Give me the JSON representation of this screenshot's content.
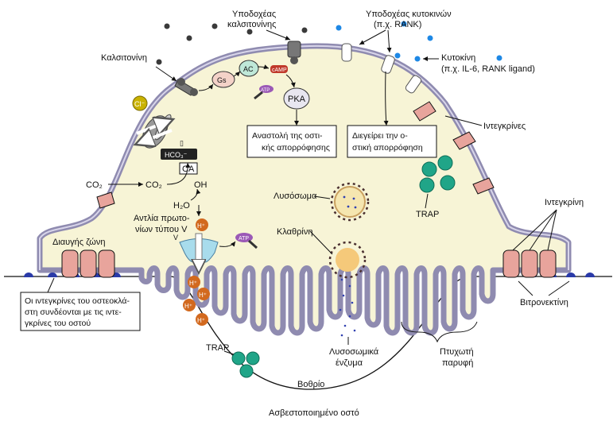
{
  "labels": {
    "calcitonin_receptor": [
      "Υποδοχέας",
      "καλσιτονίνης"
    ],
    "cytokine_receptor": [
      "Υποδοχέας κυτοκινών",
      "(π.χ. RANK)"
    ],
    "calcitonin": "Καλσιτονίνη",
    "cytokine": [
      "Κυτοκίνη",
      "(π.χ. IL-6, RANK ligand)"
    ],
    "integrins_right": "Ιντεγκρίνες",
    "integrin_right": "Ιντεγκρίνη",
    "vitronectin": "Βιτρονεκτίνη",
    "sealing_zone": "Διαυγής ζώνη",
    "lysosome": "Λυσόσωμα",
    "clathrin": "Κλαθρίνη",
    "trap_cell": "TRAP",
    "trap_pit": "TRAP",
    "proton_pump": [
      "Αντλία πρωτο-",
      "νίων τύπου V"
    ],
    "lysosomal_enzymes": [
      "Λυσοσωμικά",
      "ένζυμα"
    ],
    "ruffled_border": [
      "Πτυχωτή",
      "παρυφή"
    ],
    "pit": "Βοθρίο",
    "bone": "Ασβεστοποιημένο οστό",
    "gs": "Gs",
    "ac": "AC",
    "camp": "cAMP",
    "atp_top": "ATP",
    "atp_pump": "ATP",
    "pka": "PKA",
    "cl": "Cl⁻",
    "hco3": "HCO₃⁻",
    "ca": "CA",
    "co2_out": "CO₂",
    "co2_in": "CO₂",
    "h2o": "H₂O",
    "oh": "OH",
    "hplus": "H⁺",
    "v_mark": "V",
    "small_box": "▯"
  },
  "boxes": {
    "inhibit": [
      "Αναστολή της οστι-",
      "κής απορρόφησης"
    ],
    "stimulate": [
      "Διεγείρει την ο-",
      "στική απορρόφηση"
    ],
    "integrin_note": [
      "Οι ιντεγκρίνες του οστεοκλά-",
      "στη συνδέονται με τις ιντε-",
      "γκρίνες του οστού"
    ]
  },
  "colors": {
    "cytoplasm": "#f7f4d6",
    "membrane": "#a8a4c4",
    "calcitonin_dot": "#3a3a3a",
    "cytokine_dot": "#1e88e5",
    "trap": "#20a588",
    "hplus": "#d2691e",
    "integrin": "#e8a49c",
    "bone_dot": "#3040b0"
  }
}
